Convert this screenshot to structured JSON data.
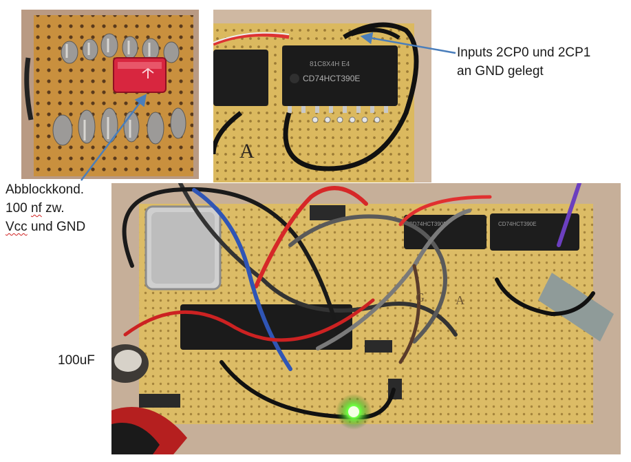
{
  "photos": {
    "top_left": {
      "chip_marking": ""
    },
    "top_right": {
      "chip_marking": "CD74HCT390E",
      "chip_code": "81C8X4H E4",
      "silk_label": "A"
    },
    "bottom": {
      "chip_left": "CD74HCT390E",
      "chip_right": "CD74HCT390E",
      "silk_labels": [
        "G",
        "A"
      ]
    }
  },
  "captions": {
    "abblock_line1": "Abblockkond.",
    "abblock_line2_prefix": "100 ",
    "abblock_line2_wavy": "nf",
    "abblock_line2_suffix": " zw.",
    "abblock_line3_wavy": "Vcc",
    "abblock_line3_suffix": " und GND",
    "inputs_line1": "Inputs 2CP0 und 2CP1",
    "inputs_line2": "an GND gelegt",
    "cap_label": "100uF"
  },
  "colors": {
    "board": "#d9b560",
    "arrow": "#4a7ebb",
    "led": "#6dff40"
  }
}
